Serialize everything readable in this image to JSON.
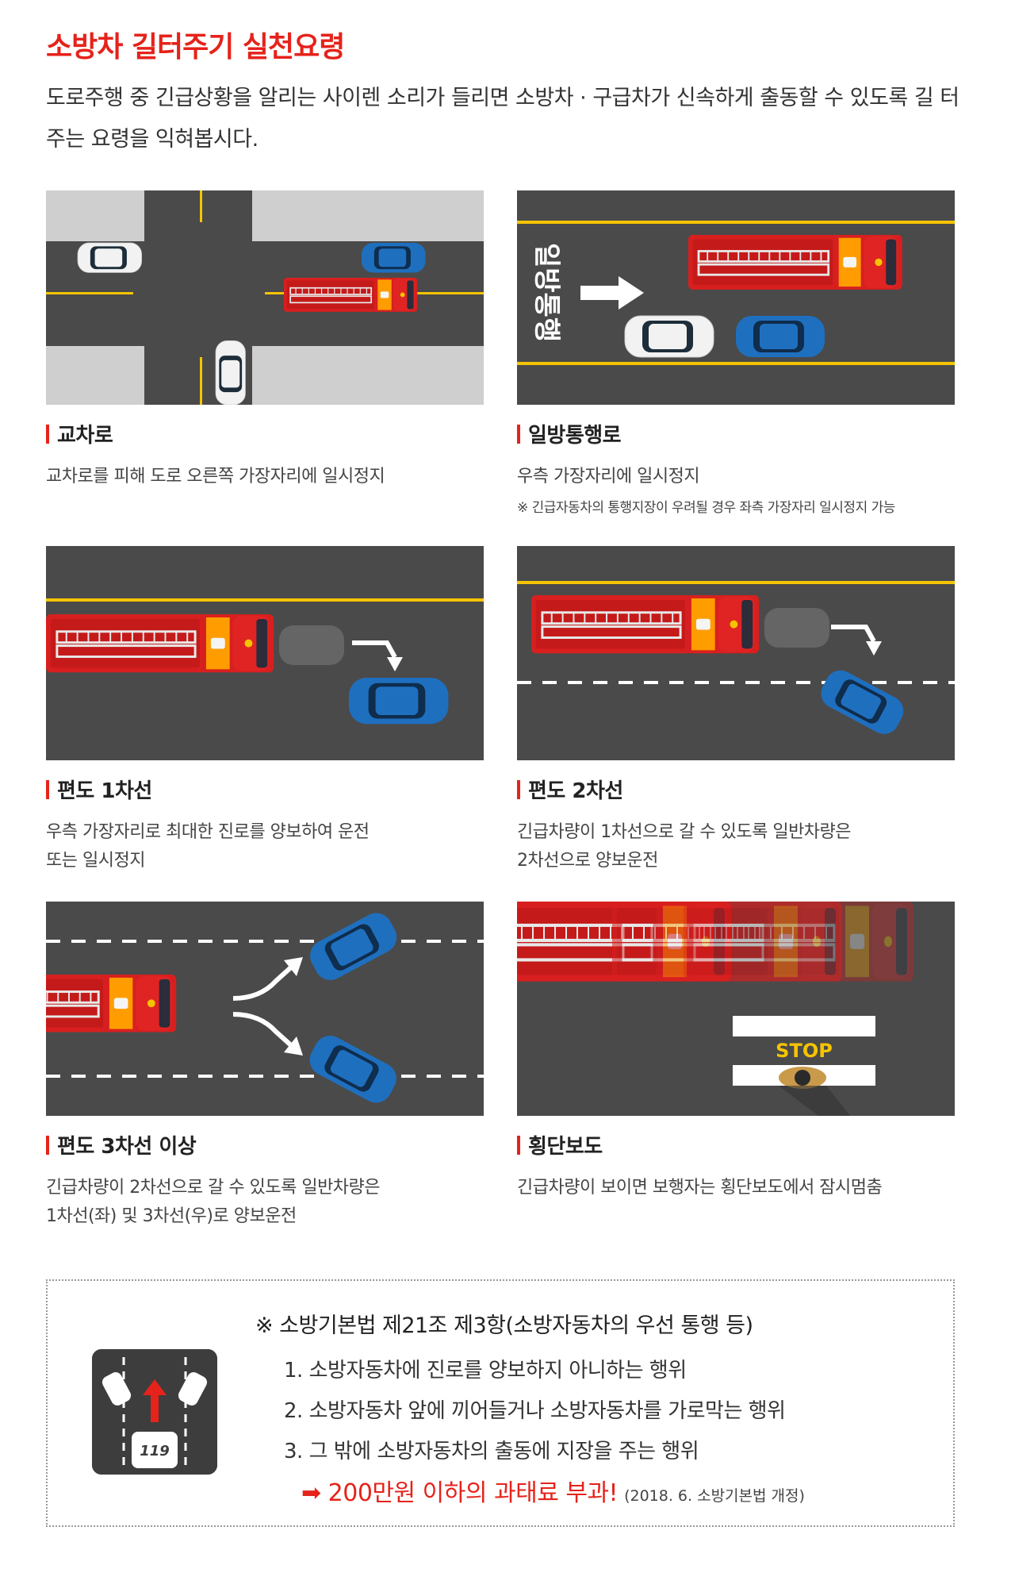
{
  "header": {
    "title": "소방차 길터주기 실천요령",
    "intro": "도로주행 중 긴급상황을 알리는 사이렌 소리가 들리면 소방차 · 구급차가 신속하게 출동할 수 있도록 길 터주는 요령을 익혀봅시다."
  },
  "cases": [
    {
      "title": "교차로",
      "body": "교차로를 피해 도로 오른쪽 가장자리에 일시정지"
    },
    {
      "title": "일방통행로",
      "body": "우측 가장자리에 일시정지",
      "note": "※ 긴급자동차의 통행지장이 우려될 경우 좌측 가장자리 일시정지 가능",
      "road_text": "일방통행"
    },
    {
      "title": "편도 1차선",
      "body_lines": [
        "우측 가장자리로 최대한 진로를 양보하여 운전",
        "또는 일시정지"
      ]
    },
    {
      "title": "편도 2차선",
      "body_lines": [
        "긴급차량이 1차선으로 갈 수 있도록 일반차량은",
        "2차선으로 양보운전"
      ]
    },
    {
      "title": "편도 3차선 이상",
      "body_lines": [
        "긴급차량이 2차선으로 갈 수 있도록 일반차량은",
        "1차선(좌) 및 3차선(우)로 양보운전"
      ]
    },
    {
      "title": "횡단보도",
      "body": "긴급차량이 보이면 보행자는 횡단보도에서 잠시멈춤",
      "road_text": "STOP"
    }
  ],
  "law": {
    "title": "※ 소방기본법 제21조 제3항(소방자동차의 우선 통행 등)",
    "items": [
      "1. 소방자동차에 진로를 양보하지 아니하는 행위",
      "2. 소방자동차 앞에 끼어들거나 소방자동차를 가로막는 행위",
      "3. 그 밖에 소방자동차의 출동에 지장을 주는 행위"
    ],
    "fine": "➡ 200만원 이하의 과태료 부과!",
    "fine_note": "(2018. 6. 소방기본법 개정)",
    "icon_text": "119"
  },
  "colors": {
    "accent": "#e5231b",
    "road": "#4a4a4a",
    "lane_yellow": "#f5c400",
    "firetruck": "#e5231b",
    "car_blue": "#1f6fbf",
    "car_white": "#f2f2f2"
  }
}
